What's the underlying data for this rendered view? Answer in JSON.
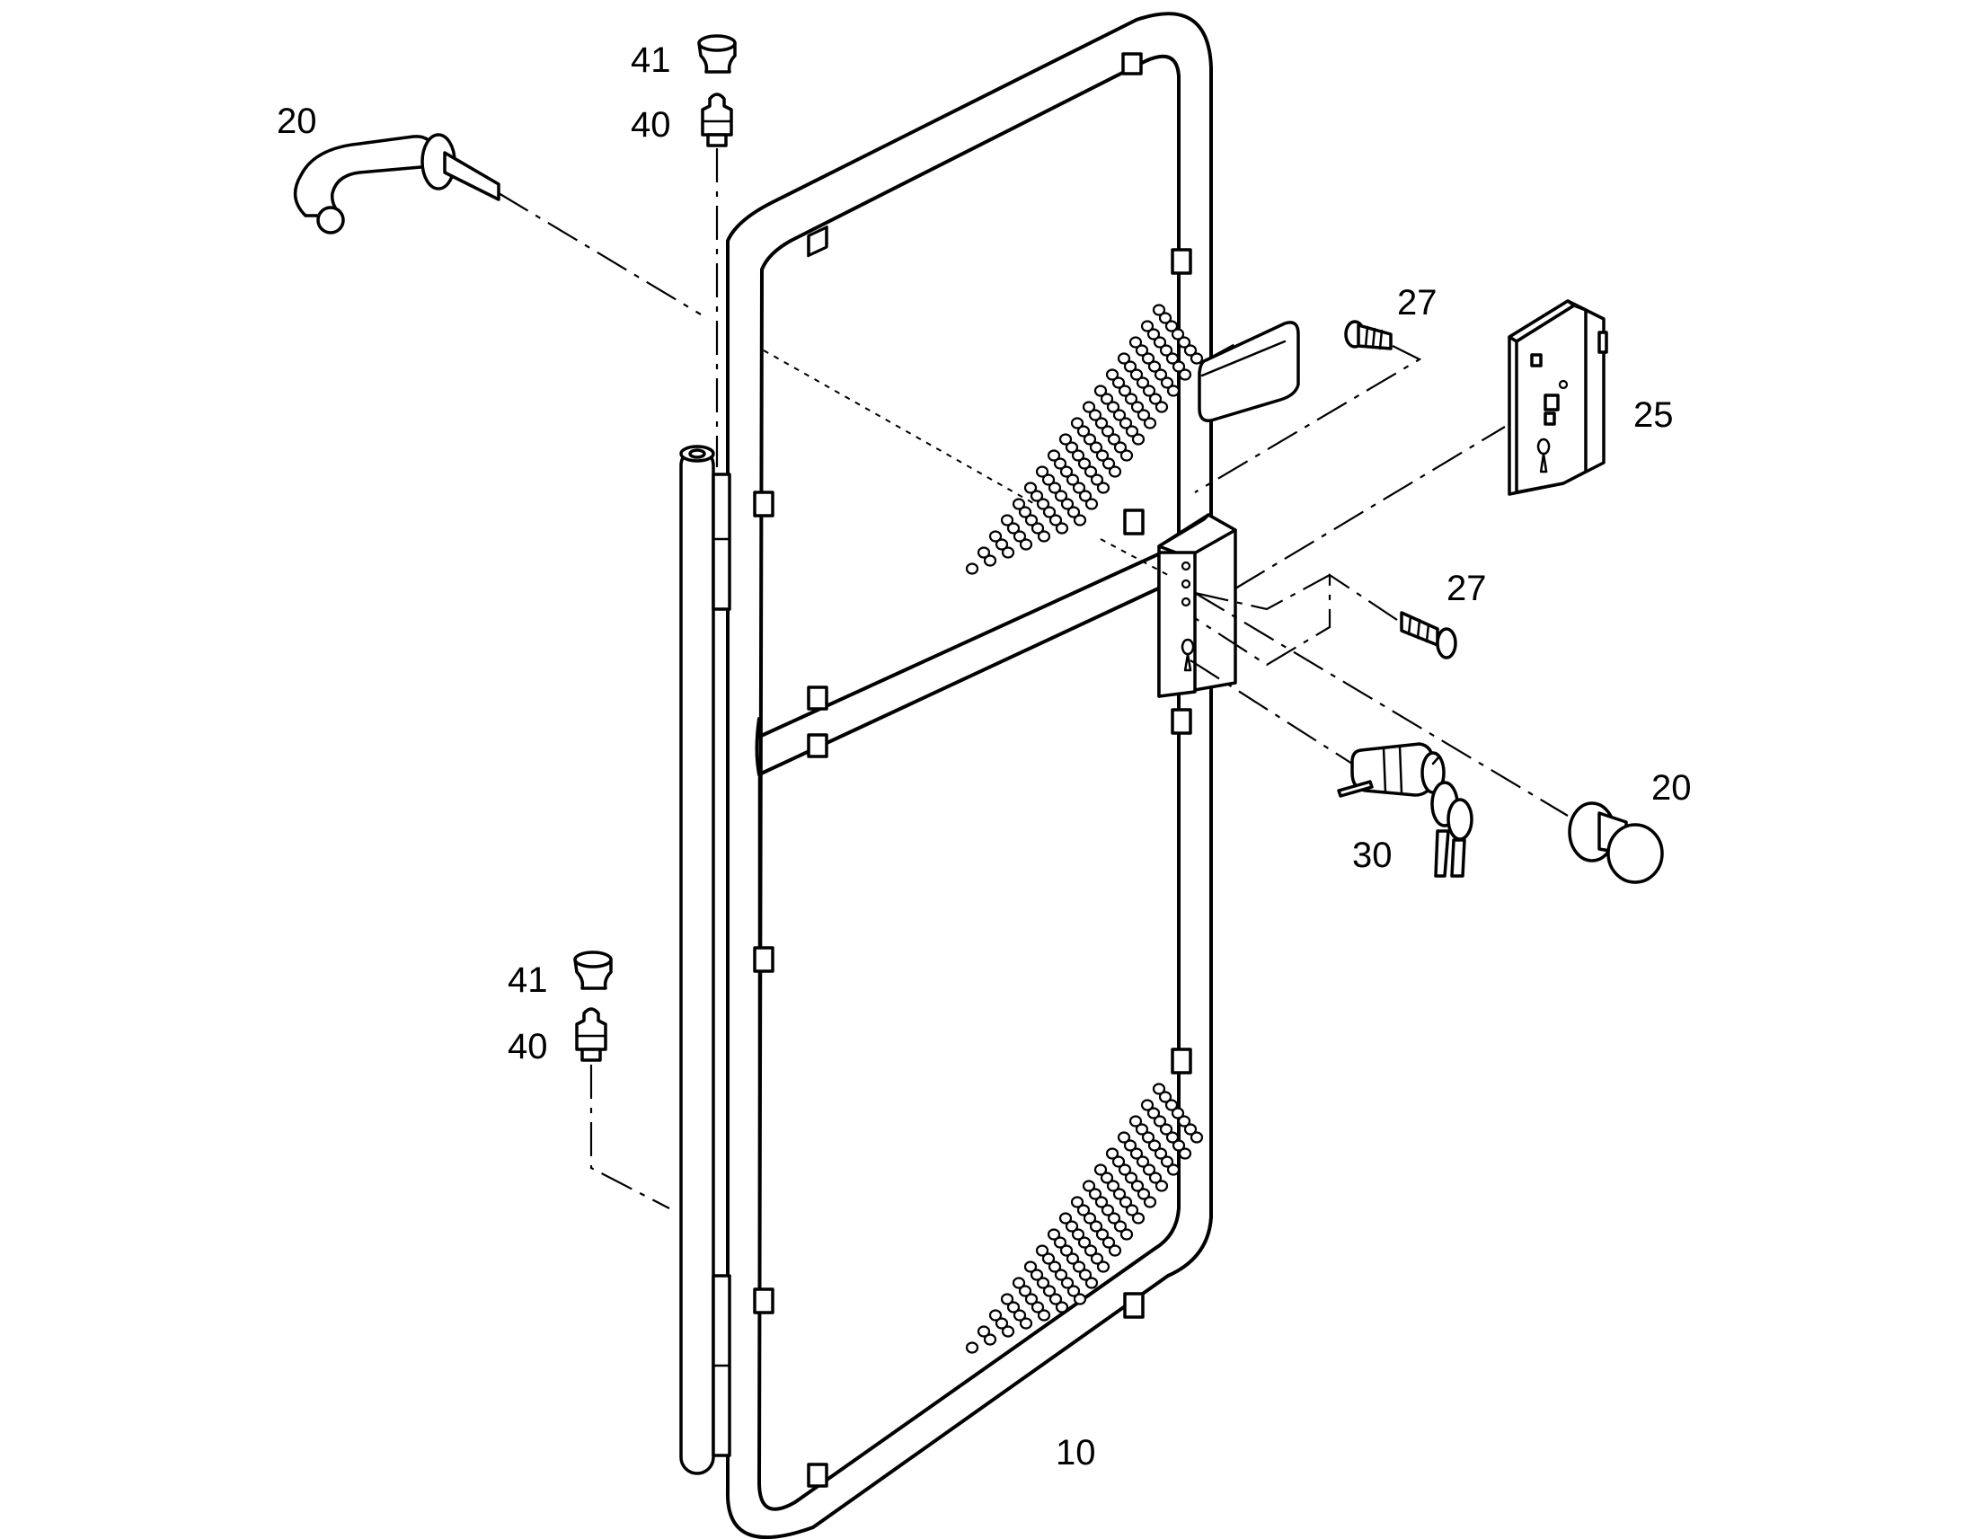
{
  "diagram": {
    "labels": [
      {
        "id": "lbl-41-top",
        "text": "41"
      },
      {
        "id": "lbl-40-top",
        "text": "40"
      },
      {
        "id": "lbl-20-left",
        "text": "20"
      },
      {
        "id": "lbl-27-top",
        "text": "27"
      },
      {
        "id": "lbl-25",
        "text": "25"
      },
      {
        "id": "lbl-27-mid",
        "text": "27"
      },
      {
        "id": "lbl-20-right",
        "text": "20"
      },
      {
        "id": "lbl-30",
        "text": "30"
      },
      {
        "id": "lbl-41-bottom",
        "text": "41"
      },
      {
        "id": "lbl-40-bottom",
        "text": "40"
      },
      {
        "id": "lbl-10",
        "text": "10"
      }
    ]
  },
  "colors": {
    "line": "#000000",
    "background": "#ffffff"
  }
}
